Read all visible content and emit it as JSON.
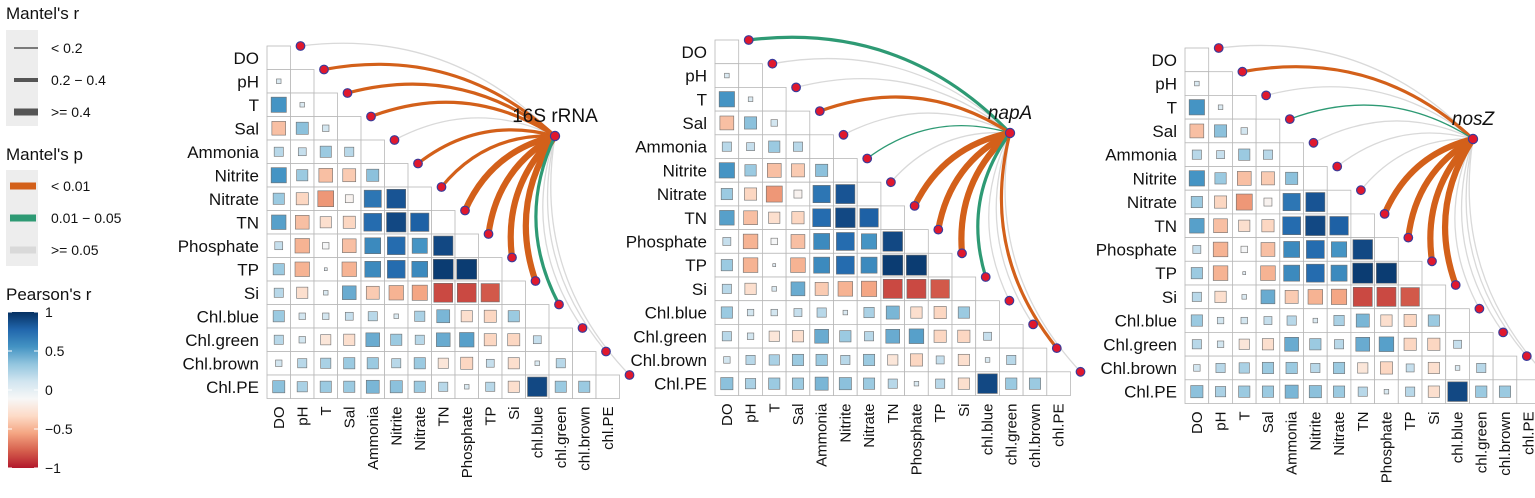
{
  "legend": {
    "mantel_r": {
      "title": "Mantel's r",
      "items": [
        {
          "label": "< 0.2",
          "level": 1
        },
        {
          "label": "0.2 − 0.4",
          "level": 2
        },
        {
          "label": ">= 0.4",
          "level": 3
        }
      ]
    },
    "mantel_p": {
      "title": "Mantel's p",
      "items": [
        {
          "label": "< 0.01",
          "color": "#d3601a"
        },
        {
          "label": "0.01 − 0.05",
          "color": "#2e9a74"
        },
        {
          "label": ">= 0.05",
          "color": "#d9d9d9"
        }
      ]
    },
    "pearson_r": {
      "title": "Pearson's r",
      "ticks": [
        "1",
        "0.5",
        "0",
        "−0.5",
        "−1"
      ],
      "colors": [
        "#b2182b",
        "#d6604d",
        "#f4a582",
        "#fddbc7",
        "#f7f7f7",
        "#d1e5f0",
        "#92c5de",
        "#4393c3",
        "#2166ac",
        "#053061"
      ]
    }
  },
  "chart_data": [
    {
      "type": "heatmap",
      "gene": "16S rRNA",
      "gene_italic": false,
      "row_labels": [
        "DO",
        "pH",
        "T",
        "Sal",
        "Ammonia",
        "Nitrite",
        "Nitrate",
        "TN",
        "Phosphate",
        "TP",
        "Si",
        "Chl.blue",
        "Chl.green",
        "Chl.brown",
        "Chl.PE"
      ],
      "col_labels": [
        "DO",
        "pH",
        "T",
        "Sal",
        "Ammonia",
        "Nitrite",
        "Nitrate",
        "TN",
        "Phosphate",
        "TP",
        "Si",
        "chl.blue",
        "chl.green",
        "chl.brown",
        "chl.PE"
      ],
      "corr_lower": [
        [],
        [
          0.05
        ],
        [
          0.55,
          0.05
        ],
        [
          -0.45,
          0.35,
          0.1
        ],
        [
          0.2,
          0.15,
          0.3,
          0.2
        ],
        [
          0.55,
          0.3,
          -0.45,
          -0.4,
          0.35
        ],
        [
          0.3,
          -0.35,
          -0.6,
          -0.15,
          0.7,
          0.85
        ],
        [
          0.5,
          -0.45,
          -0.3,
          -0.35,
          0.75,
          0.9,
          0.8
        ],
        [
          0.15,
          -0.5,
          -0.1,
          -0.45,
          0.6,
          0.75,
          0.55,
          0.9
        ],
        [
          0.3,
          -0.5,
          0.02,
          -0.5,
          0.6,
          0.75,
          0.6,
          0.95,
          0.95
        ],
        [
          0.2,
          -0.3,
          0.05,
          0.45,
          -0.4,
          -0.5,
          -0.55,
          -0.85,
          -0.85,
          -0.8
        ],
        [
          0.3,
          0.1,
          0.1,
          0.15,
          0.2,
          0.05,
          0.25,
          0.4,
          -0.3,
          -0.35,
          0.3
        ],
        [
          0.2,
          0.1,
          -0.25,
          -0.3,
          0.45,
          0.3,
          0.2,
          0.45,
          0.5,
          -0.35,
          -0.35,
          0.15
        ],
        [
          0.1,
          0.2,
          0.25,
          0.3,
          0.3,
          0.2,
          0.3,
          -0.25,
          -0.35,
          0.15,
          -0.3,
          0.05,
          0.2
        ],
        [
          0.35,
          0.25,
          0.3,
          0.3,
          0.4,
          0.35,
          0.3,
          0.2,
          0.05,
          0.2,
          -0.3,
          0.9,
          0.3,
          0.3
        ]
      ],
      "mantel": [
        {
          "r_level": 1,
          "p_class": 3
        },
        {
          "r_level": 2,
          "p_class": 1
        },
        {
          "r_level": 2,
          "p_class": 1
        },
        {
          "r_level": 2,
          "p_class": 1
        },
        {
          "r_level": 1,
          "p_class": 3
        },
        {
          "r_level": 2,
          "p_class": 1
        },
        {
          "r_level": 2,
          "p_class": 1
        },
        {
          "r_level": 3,
          "p_class": 1
        },
        {
          "r_level": 3,
          "p_class": 1
        },
        {
          "r_level": 3,
          "p_class": 1
        },
        {
          "r_level": 3,
          "p_class": 1
        },
        {
          "r_level": 2,
          "p_class": 2
        },
        {
          "r_level": 1,
          "p_class": 3
        },
        {
          "r_level": 1,
          "p_class": 3
        },
        {
          "r_level": 1,
          "p_class": 3
        }
      ]
    },
    {
      "type": "heatmap",
      "gene": "napA",
      "gene_italic": true,
      "row_labels": [
        "DO",
        "pH",
        "T",
        "Sal",
        "Ammonia",
        "Nitrite",
        "Nitrate",
        "TN",
        "Phosphate",
        "TP",
        "Si",
        "Chl.blue",
        "Chl.green",
        "Chl.brown",
        "Chl.PE"
      ],
      "col_labels": [
        "DO",
        "pH",
        "T",
        "Sal",
        "Ammonia",
        "Nitrite",
        "Nitrate",
        "TN",
        "Phosphate",
        "TP",
        "Si",
        "chl.blue",
        "chl.green",
        "chl.brown",
        "chl.PE"
      ],
      "corr_lower": [
        [],
        [
          0.05
        ],
        [
          0.55,
          0.05
        ],
        [
          -0.45,
          0.35,
          0.1
        ],
        [
          0.2,
          0.15,
          0.3,
          0.2
        ],
        [
          0.55,
          0.3,
          -0.45,
          -0.4,
          0.35
        ],
        [
          0.3,
          -0.35,
          -0.6,
          -0.15,
          0.7,
          0.85
        ],
        [
          0.5,
          -0.45,
          -0.3,
          -0.35,
          0.75,
          0.9,
          0.8
        ],
        [
          0.15,
          -0.5,
          -0.1,
          -0.45,
          0.6,
          0.75,
          0.55,
          0.9
        ],
        [
          0.3,
          -0.5,
          0.02,
          -0.5,
          0.6,
          0.75,
          0.6,
          0.95,
          0.95
        ],
        [
          0.2,
          -0.3,
          0.05,
          0.45,
          -0.4,
          -0.5,
          -0.55,
          -0.85,
          -0.85,
          -0.8
        ],
        [
          0.3,
          0.1,
          0.1,
          0.15,
          0.2,
          0.05,
          0.25,
          0.4,
          -0.3,
          -0.35,
          0.3
        ],
        [
          0.2,
          0.1,
          -0.25,
          -0.3,
          0.45,
          0.3,
          0.2,
          0.45,
          0.5,
          -0.35,
          -0.35,
          0.15
        ],
        [
          0.1,
          0.2,
          0.25,
          0.3,
          0.3,
          0.2,
          0.3,
          -0.25,
          -0.35,
          0.15,
          -0.3,
          0.05,
          0.2
        ],
        [
          0.35,
          0.25,
          0.3,
          0.3,
          0.4,
          0.35,
          0.3,
          0.2,
          0.05,
          0.2,
          -0.3,
          0.9,
          0.3,
          0.3
        ]
      ],
      "mantel": [
        {
          "r_level": 2,
          "p_class": 2
        },
        {
          "r_level": 1,
          "p_class": 3
        },
        {
          "r_level": 1,
          "p_class": 3
        },
        {
          "r_level": 2,
          "p_class": 1
        },
        {
          "r_level": 1,
          "p_class": 3
        },
        {
          "r_level": 1,
          "p_class": 2
        },
        {
          "r_level": 1,
          "p_class": 3
        },
        {
          "r_level": 3,
          "p_class": 1
        },
        {
          "r_level": 3,
          "p_class": 1
        },
        {
          "r_level": 3,
          "p_class": 1
        },
        {
          "r_level": 2,
          "p_class": 2
        },
        {
          "r_level": 1,
          "p_class": 3
        },
        {
          "r_level": 1,
          "p_class": 3
        },
        {
          "r_level": 2,
          "p_class": 1
        },
        {
          "r_level": 1,
          "p_class": 3
        }
      ]
    },
    {
      "type": "heatmap",
      "gene": "nosZ",
      "gene_italic": true,
      "row_labels": [
        "DO",
        "pH",
        "T",
        "Sal",
        "Ammonia",
        "Nitrite",
        "Nitrate",
        "TN",
        "Phosphate",
        "TP",
        "Si",
        "Chl.blue",
        "Chl.green",
        "Chl.brown",
        "Chl.PE"
      ],
      "col_labels": [
        "DO",
        "pH",
        "T",
        "Sal",
        "Ammonia",
        "Nitrite",
        "Nitrate",
        "TN",
        "Phosphate",
        "TP",
        "Si",
        "chl.blue",
        "chl.green",
        "chl.brown",
        "chl.PE"
      ],
      "corr_lower": [
        [],
        [
          0.05
        ],
        [
          0.55,
          0.05
        ],
        [
          -0.45,
          0.35,
          0.1
        ],
        [
          0.2,
          0.15,
          0.3,
          0.2
        ],
        [
          0.55,
          0.3,
          -0.45,
          -0.4,
          0.35
        ],
        [
          0.3,
          -0.35,
          -0.6,
          -0.15,
          0.7,
          0.85
        ],
        [
          0.5,
          -0.45,
          -0.3,
          -0.35,
          0.75,
          0.9,
          0.8
        ],
        [
          0.15,
          -0.5,
          -0.1,
          -0.45,
          0.6,
          0.75,
          0.55,
          0.9
        ],
        [
          0.3,
          -0.5,
          0.02,
          -0.5,
          0.6,
          0.75,
          0.6,
          0.95,
          0.95
        ],
        [
          0.2,
          -0.3,
          0.05,
          0.45,
          -0.4,
          -0.5,
          -0.55,
          -0.85,
          -0.85,
          -0.8
        ],
        [
          0.3,
          0.1,
          0.1,
          0.15,
          0.2,
          0.05,
          0.25,
          0.4,
          -0.3,
          -0.35,
          0.3
        ],
        [
          0.2,
          0.1,
          -0.25,
          -0.3,
          0.45,
          0.3,
          0.2,
          0.45,
          0.5,
          -0.35,
          -0.35,
          0.15
        ],
        [
          0.1,
          0.2,
          0.25,
          0.3,
          0.3,
          0.2,
          0.3,
          -0.25,
          -0.35,
          0.15,
          -0.3,
          0.05,
          0.2
        ],
        [
          0.35,
          0.25,
          0.3,
          0.3,
          0.4,
          0.35,
          0.3,
          0.2,
          0.05,
          0.2,
          -0.3,
          0.9,
          0.3,
          0.3
        ]
      ],
      "mantel": [
        {
          "r_level": 1,
          "p_class": 3
        },
        {
          "r_level": 2,
          "p_class": 1
        },
        {
          "r_level": 1,
          "p_class": 3
        },
        {
          "r_level": 1,
          "p_class": 2
        },
        {
          "r_level": 1,
          "p_class": 3
        },
        {
          "r_level": 1,
          "p_class": 3
        },
        {
          "r_level": 1,
          "p_class": 3
        },
        {
          "r_level": 3,
          "p_class": 1
        },
        {
          "r_level": 3,
          "p_class": 1
        },
        {
          "r_level": 3,
          "p_class": 1
        },
        {
          "r_level": 3,
          "p_class": 1
        },
        {
          "r_level": 1,
          "p_class": 3
        },
        {
          "r_level": 1,
          "p_class": 3
        },
        {
          "r_level": 1,
          "p_class": 3
        },
        {
          "r_level": 1,
          "p_class": 3
        }
      ]
    }
  ]
}
